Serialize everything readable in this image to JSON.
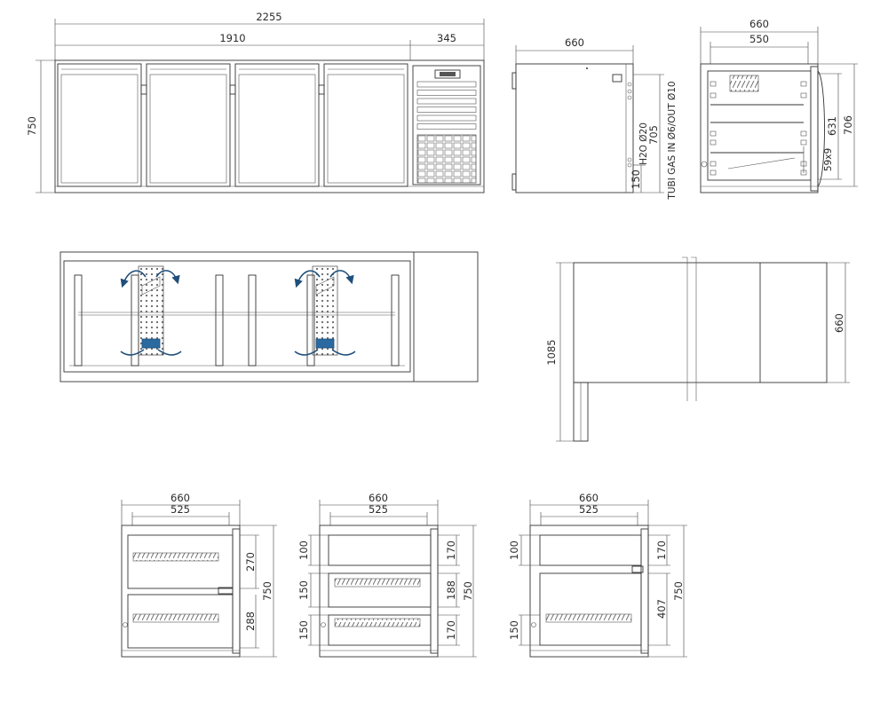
{
  "colors": {
    "line": "#333333",
    "air_arrow": "#1f4f7a",
    "background": "#ffffff"
  },
  "front_view": {
    "total_width": "2255",
    "cabinet_width": "1910",
    "engine_width": "345",
    "height": "750",
    "doors": 4
  },
  "side_view": {
    "depth": "660",
    "water": "H2O Ø20",
    "gas": "TUBI GAS IN Ø6/OUT Ø10",
    "height_705": "705",
    "height_150": "150"
  },
  "section_view": {
    "outer_depth": "660",
    "inner_depth": "550",
    "height_631": "631",
    "height_706": "706",
    "pass": "59x9"
  },
  "plan_view": {
    "airflow_units": 2
  },
  "top_view": {
    "length": "1085",
    "depth": "660"
  },
  "variants": [
    {
      "width": "660",
      "inner": "525",
      "d1": "270",
      "d2": "288",
      "height": "750"
    },
    {
      "width": "660",
      "inner": "525",
      "d1": "170",
      "d2": "188",
      "d3": "170",
      "l1": "100",
      "l2": "150",
      "l3": "150",
      "height": "750"
    },
    {
      "width": "660",
      "inner": "525",
      "d1": "170",
      "d2": "407",
      "l1": "100",
      "l2": "150",
      "height": "750"
    }
  ]
}
